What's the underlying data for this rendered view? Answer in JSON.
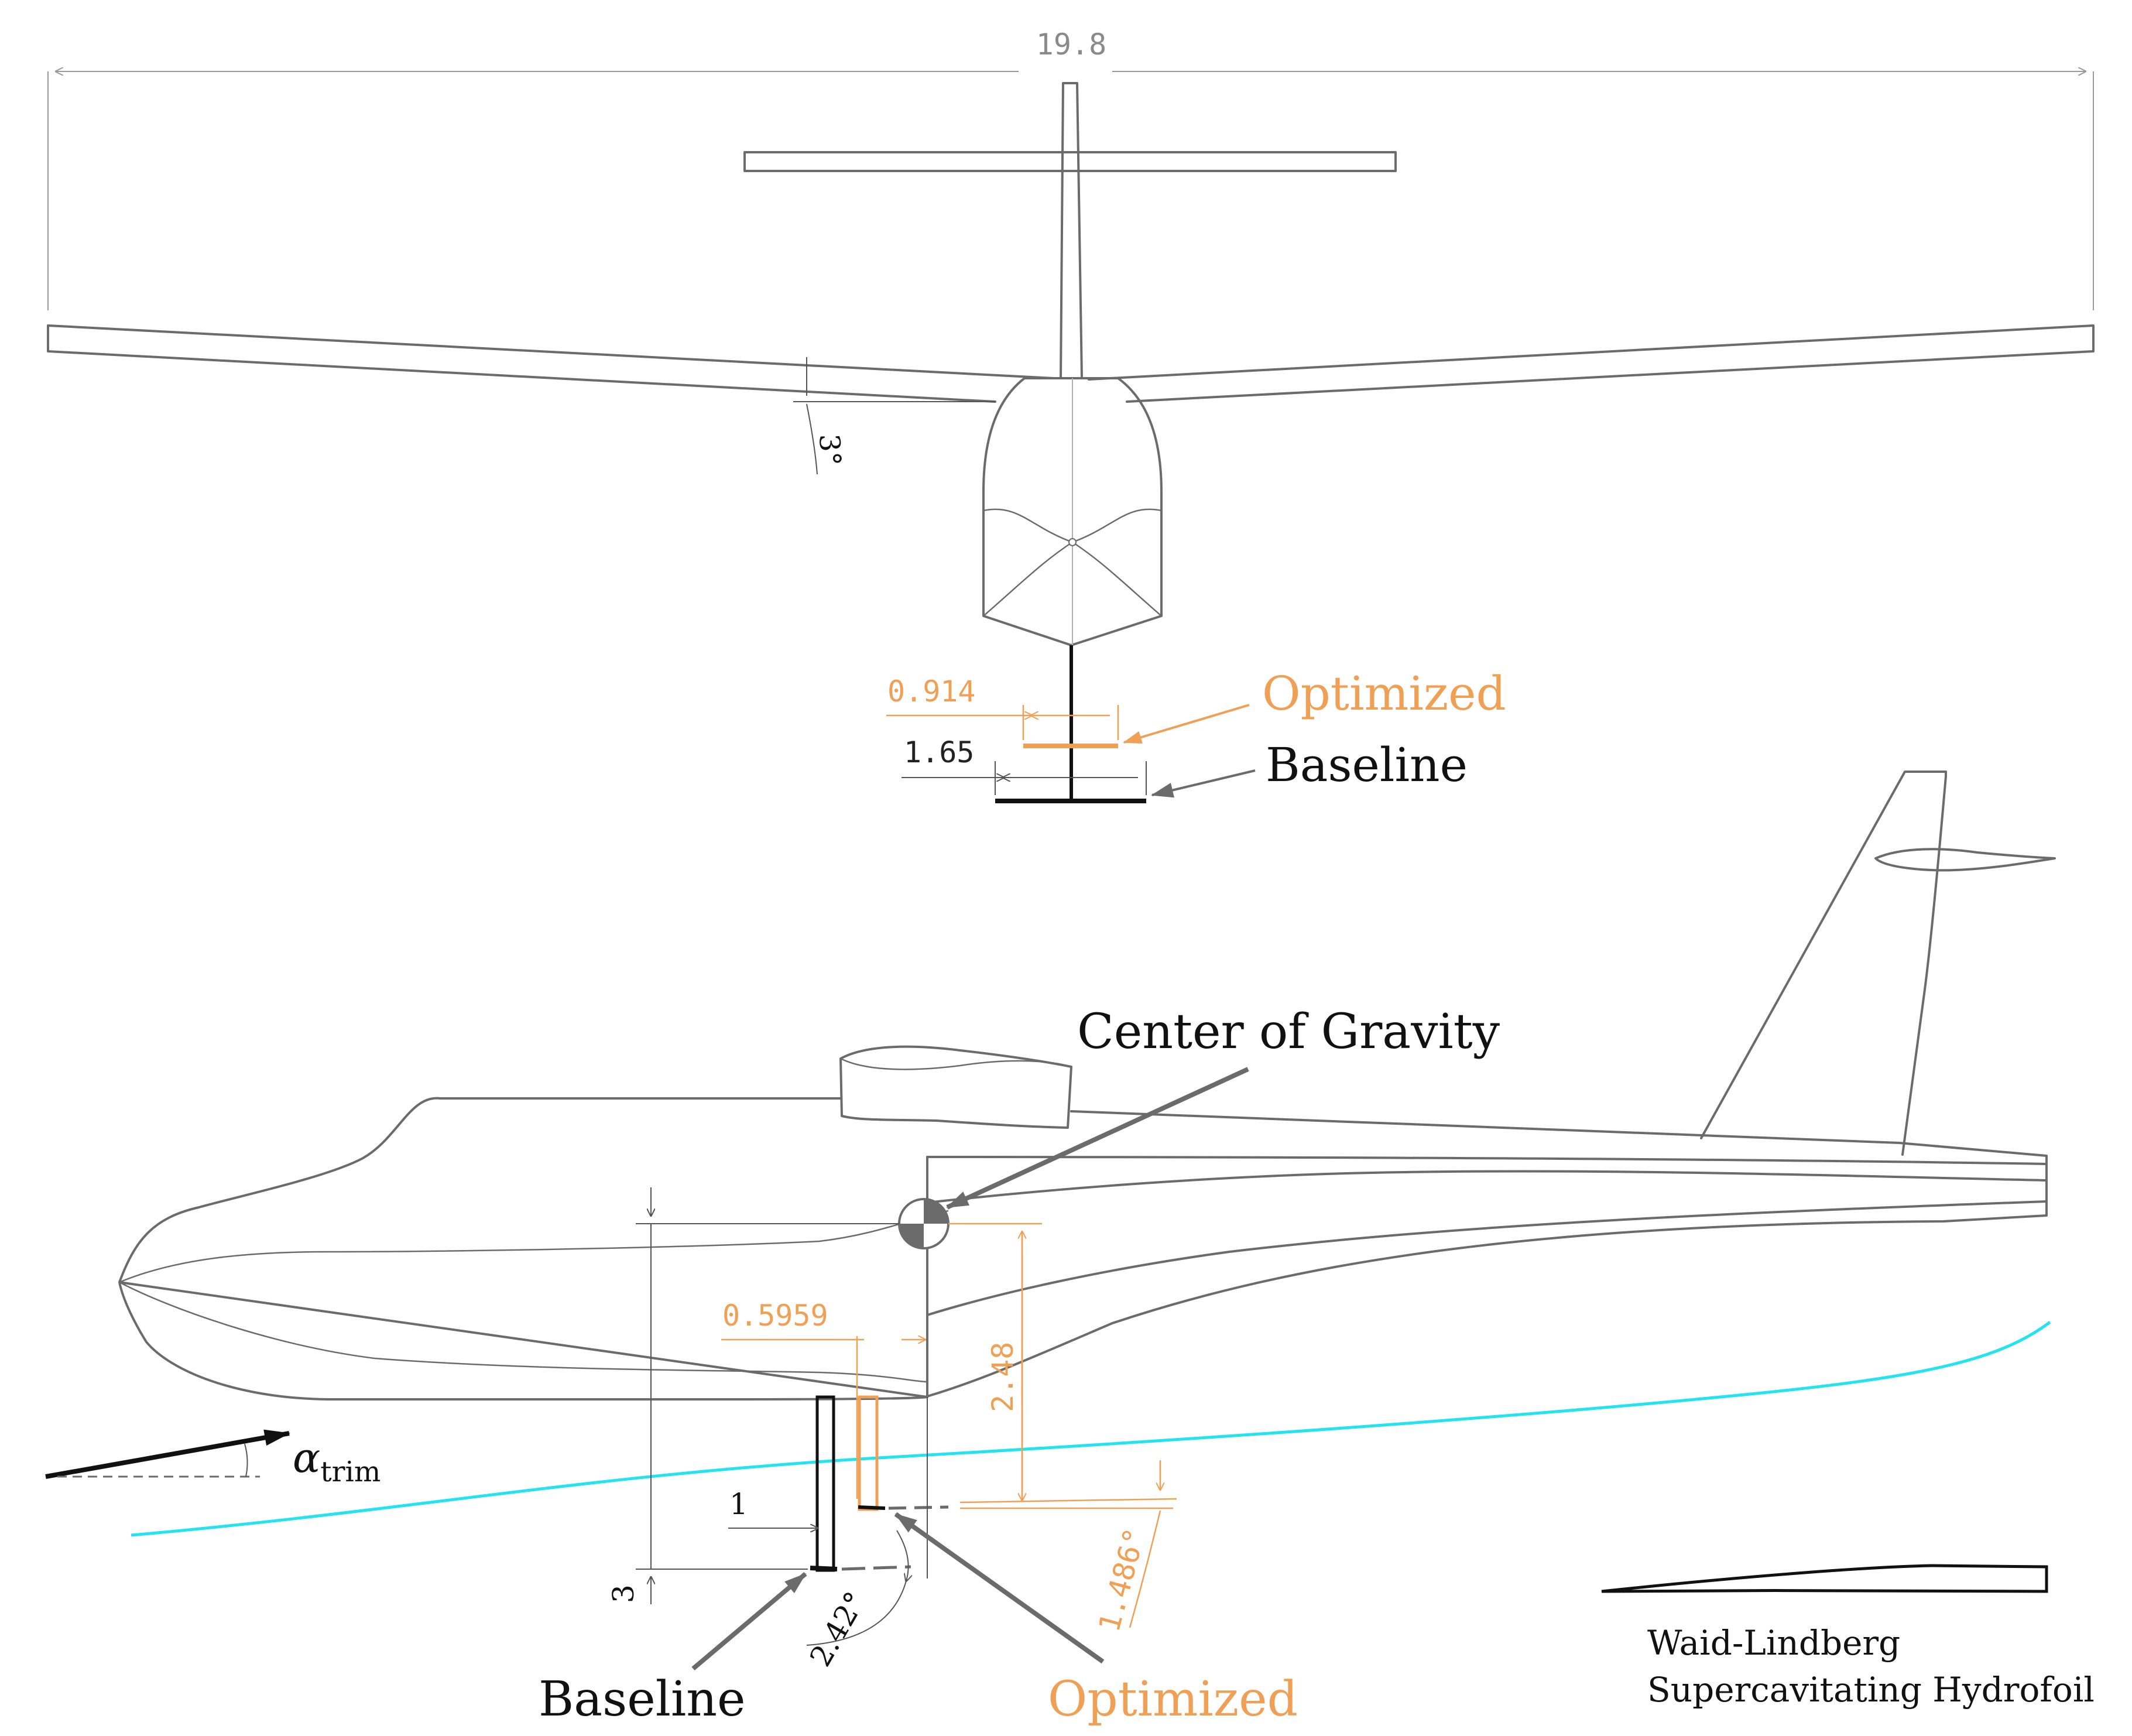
{
  "colors": {
    "outline": "#6b6b6b",
    "baseline": "#111111",
    "optimized": "#f0a055",
    "waterline": "#22e4f0",
    "cg_fill": "#6b6b6b"
  },
  "front_view": {
    "wingspan": "19.8",
    "dihedral": "3°",
    "optimized_span": "0.914",
    "baseline_span": "1.65",
    "optimized_label": "Optimized",
    "baseline_label": "Baseline"
  },
  "side_view": {
    "cg_label": "Center of Gravity",
    "optimized_offset": "0.5959",
    "optimized_depth": "2.48",
    "baseline_offset": "1",
    "baseline_depth": "3",
    "baseline_angle": "2.42°",
    "optimized_angle": "1.486°",
    "alpha_symbol": "α",
    "alpha_subscript": "trim",
    "baseline_label": "Baseline",
    "optimized_label": "Optimized"
  },
  "hydrofoil": {
    "name_line1": "Waid-Lindberg",
    "name_line2": "Supercavitating Hydrofoil"
  }
}
